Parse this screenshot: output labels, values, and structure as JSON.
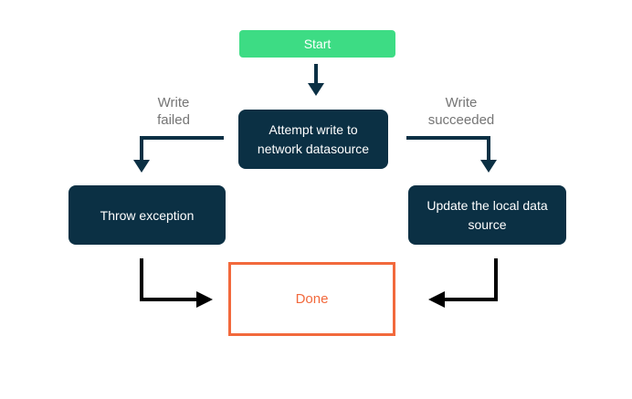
{
  "diagram": {
    "type": "flowchart",
    "nodes": {
      "start": {
        "label": "Start"
      },
      "attempt": {
        "label": "Attempt write to\nnetwork datasource"
      },
      "throw_exception": {
        "label": "Throw exception"
      },
      "update_local": {
        "label": "Update the local data\nsource"
      },
      "done": {
        "label": "Done"
      }
    },
    "edge_labels": {
      "write_failed": "Write\nfailed",
      "write_succeeded": "Write\nsucceeded"
    },
    "edges": [
      {
        "from": "start",
        "to": "attempt",
        "label": ""
      },
      {
        "from": "attempt",
        "to": "throw_exception",
        "label": "Write failed"
      },
      {
        "from": "attempt",
        "to": "update_local",
        "label": "Write succeeded"
      },
      {
        "from": "throw_exception",
        "to": "done",
        "label": ""
      },
      {
        "from": "update_local",
        "to": "done",
        "label": ""
      }
    ],
    "colors": {
      "background": "#ffffff",
      "start_fill": "#3ddc84",
      "node_fill": "#0b3044",
      "node_text": "#ffffff",
      "done_accent": "#f2693c",
      "edge_label": "#757575",
      "connector_navy": "#0b3044",
      "connector_black": "#000000"
    }
  }
}
